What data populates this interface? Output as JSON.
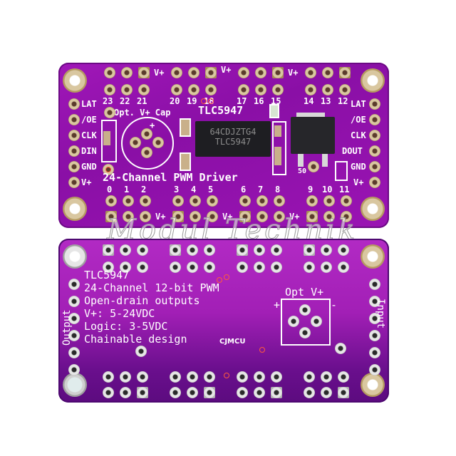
{
  "front": {
    "chip_marking_line1": "64CDJZTG4",
    "chip_marking_line2": "TLC5947",
    "title_silk": "TLC5947",
    "subtitle_silk": "24-Channel PWM Driver",
    "cap_label": "Opt. V+ Cap",
    "cap_plus": "+",
    "reg_label": "50",
    "top_row_labels": [
      "23",
      "22",
      "21",
      "20",
      "19",
      "18",
      "17",
      "16",
      "15",
      "14",
      "13",
      "12"
    ],
    "bottom_row_labels": [
      "0",
      "1",
      "2",
      "3",
      "4",
      "5",
      "6",
      "7",
      "8",
      "9",
      "10",
      "11"
    ],
    "vplus": "V+",
    "left_pins": [
      "LAT",
      "/OE",
      "CLK",
      "DIN",
      "GND",
      "V+"
    ],
    "right_pins": [
      "LAT",
      "/OE",
      "CLK",
      "DOUT",
      "GND",
      "V+"
    ]
  },
  "back": {
    "lines": [
      "TLC5947",
      "24-Channel 12-bit PWM",
      "Open-drain outputs",
      "V+: 5-24VDC",
      "Logic: 3-5VDC",
      "Chainable design"
    ],
    "brand": "CJMCU",
    "opt_label": "Opt V+",
    "plus": "+",
    "minus": "-",
    "left_side_label": "Output",
    "right_side_label": "Input"
  },
  "watermark": "Modul Technik",
  "colors": {
    "pcb_purple": "#9a14b3",
    "silkscreen": "#ffffff",
    "pad_gold": "#d9c7a0",
    "pad_silver": "#e6e6e6"
  }
}
